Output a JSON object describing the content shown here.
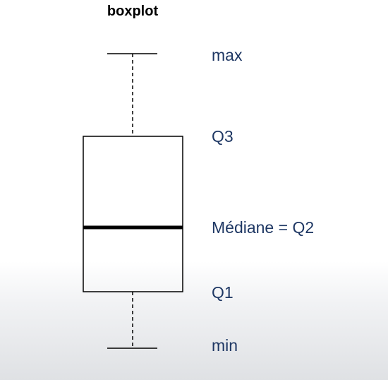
{
  "title": "boxplot",
  "labels": {
    "max": "max",
    "q3": "Q3",
    "median": "Médiane = Q2",
    "q1": "Q1",
    "min": "min"
  },
  "colors": {
    "label_text": "#1f3864",
    "plot_stroke": "#000000"
  }
}
